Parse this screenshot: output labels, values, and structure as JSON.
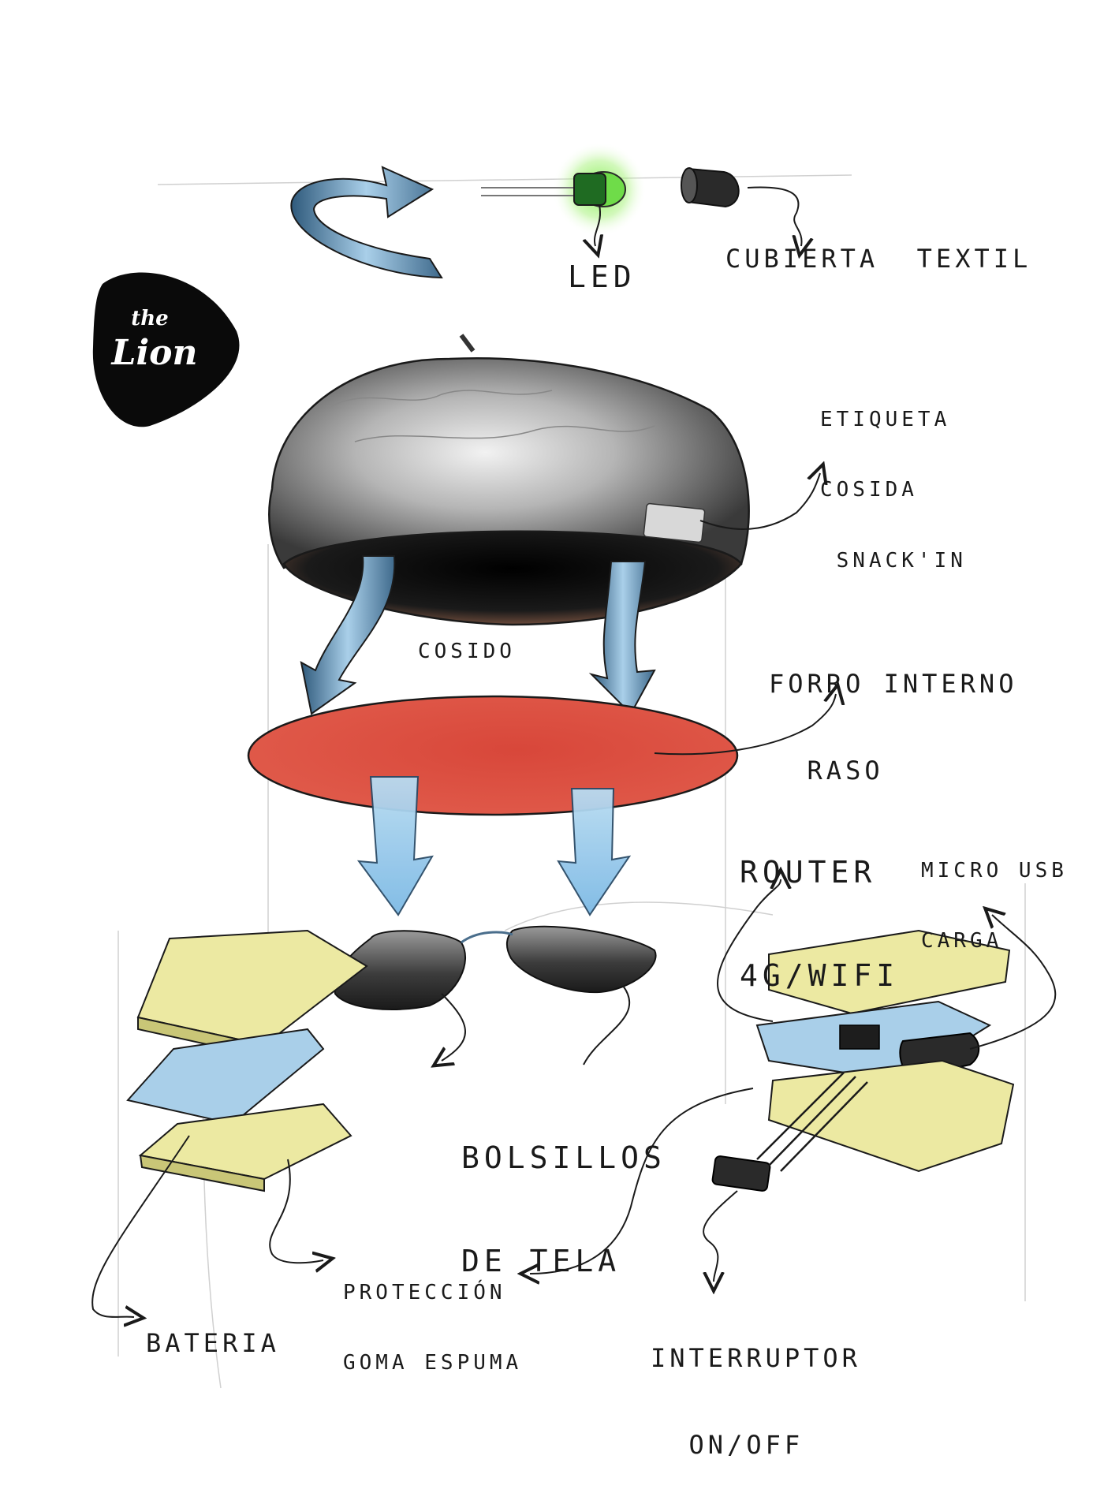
{
  "logo": {
    "line1": "the",
    "line2": "Lion"
  },
  "labels": {
    "led": "LED",
    "cubierta": "CUBIERTA  TEXTIL",
    "etiqueta": [
      "ETIQUETA",
      "COSIDA",
      " SNACK'IN"
    ],
    "cosido": "COSIDO",
    "forro": [
      "FORRO INTERNO",
      "  RASO"
    ],
    "router": [
      "ROUTER",
      "4G/WIFI"
    ],
    "microusb": [
      "MICRO USB",
      "CARGA"
    ],
    "bolsillos": [
      "BOLSILLOS",
      "DE TELA"
    ],
    "proteccion": [
      "PROTECCIÓN",
      "GOMA ESPUMA"
    ],
    "bateria": "BATERIA",
    "interruptor": [
      "INTERRUPTOR",
      "  ON/OFF"
    ]
  },
  "colors": {
    "ink": "#1a1a1a",
    "red": "#d24a3c",
    "yellow": "#ece9a2",
    "blue": "#a9cfe9",
    "arrow_blue": "#8cc3e8",
    "arrow_dark": "#4a7494",
    "led_glow": "#7cf04a"
  }
}
